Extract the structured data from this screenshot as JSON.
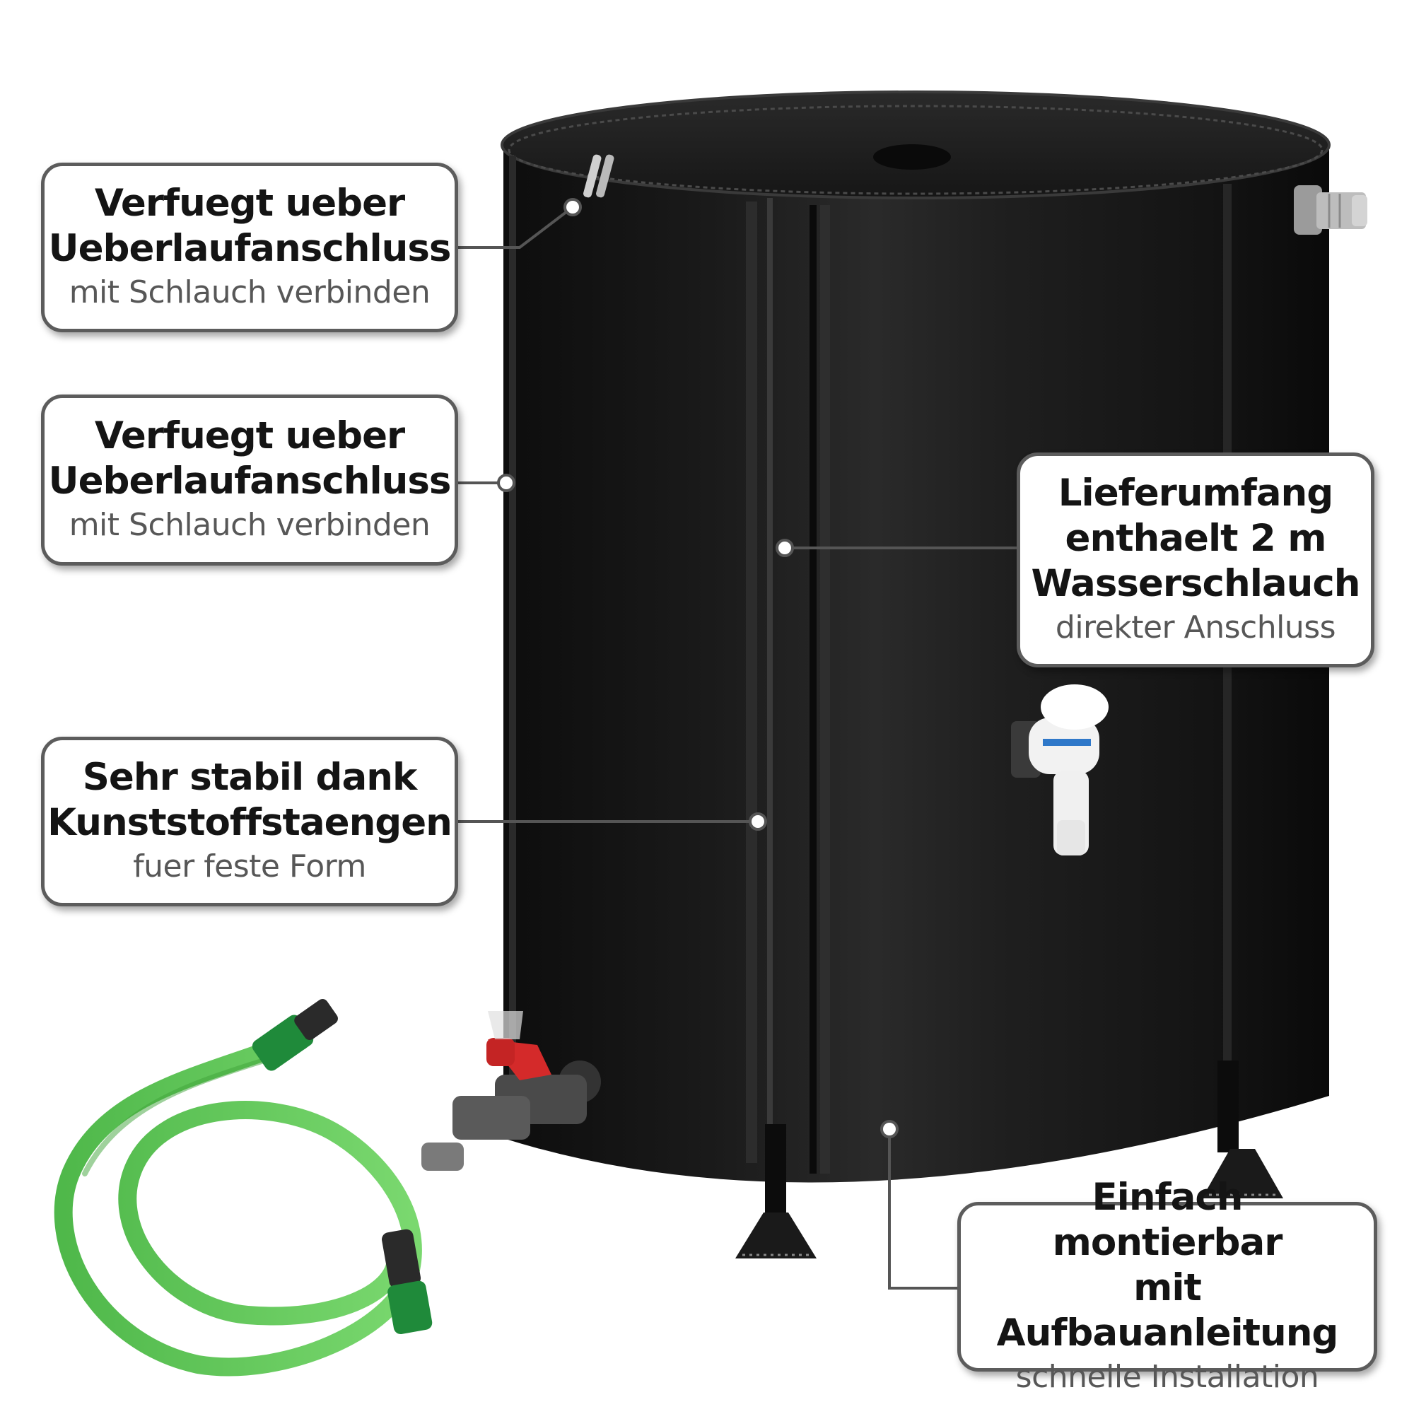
{
  "callouts": [
    {
      "title": "Verfuegt ueber\nUeberlaufanschluss",
      "subtitle": "mit Schlauch verbinden"
    },
    {
      "title": "Verfuegt ueber\nUeberlaufanschluss",
      "subtitle": "mit Schlauch verbinden"
    },
    {
      "title": "Sehr stabil dank\nKunststoffstaengen",
      "subtitle": "fuer feste Form"
    },
    {
      "title": "Lieferumfang\nenthaelt 2 m\nWasserschlauch",
      "subtitle": "direkter Anschluss"
    },
    {
      "title": "Einfach montierbar\nmit Aufbauanleitung",
      "subtitle": "schnelle Installation"
    }
  ],
  "colors": {
    "barrel": "#151515",
    "hose": "#5fc85a",
    "valve_handle": "#d42a2a",
    "callout_border": "#5c5c5c"
  },
  "icons": [
    "rain-barrel",
    "zipper-pull",
    "overflow-connector",
    "white-tap",
    "drain-valve",
    "support-foot",
    "garden-hose"
  ]
}
